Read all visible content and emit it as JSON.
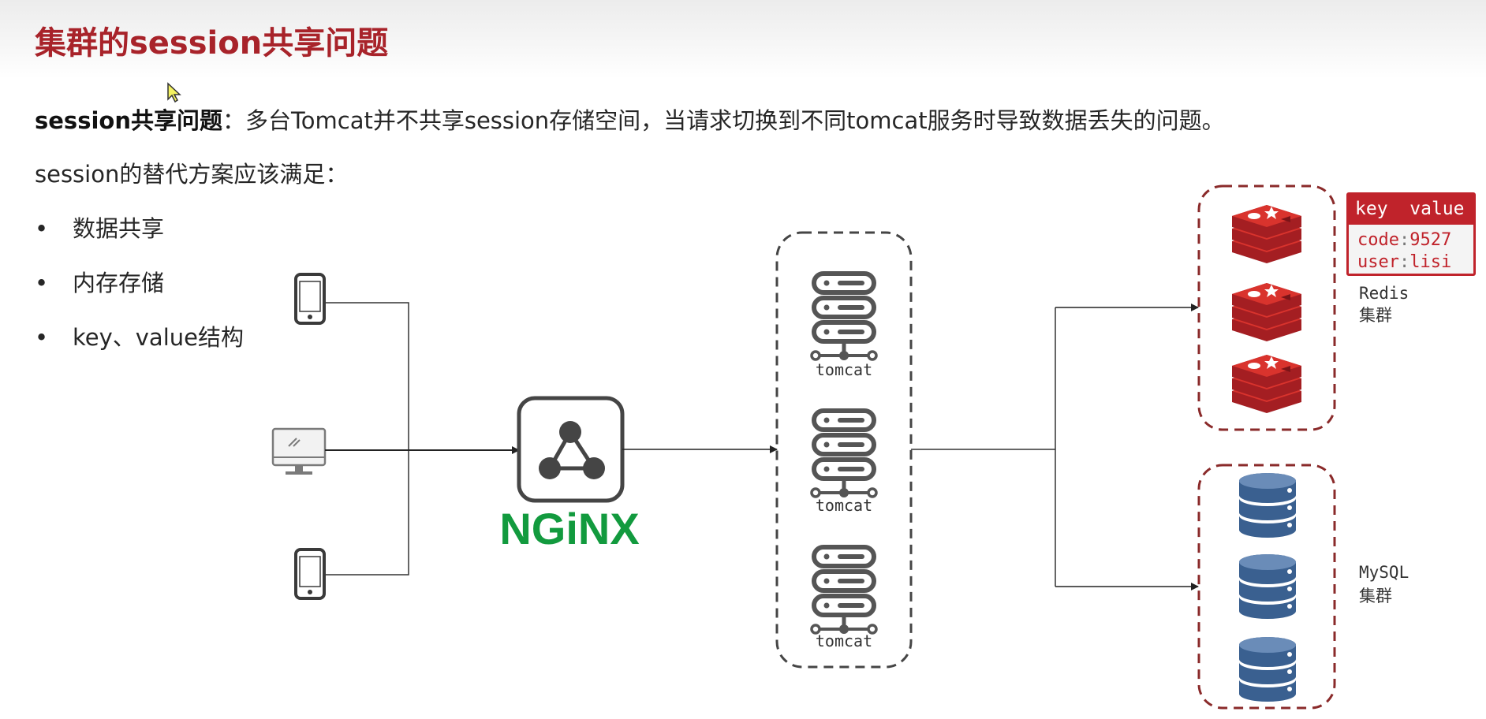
{
  "title": "集群的session共享问题",
  "line1": {
    "bold": "session共享问题",
    "text": "：多台Tomcat并不共享session存储空间，当请求切换到不同tomcat服务时导致数据丢失的问题。"
  },
  "line2": "session的替代方案应该满足：",
  "bullets": [
    "数据共享",
    "内存存储",
    "key、value结构"
  ],
  "bullet_symbol": "•",
  "diagram": {
    "nginx_label": "NGiNX",
    "tomcat_label": "tomcat",
    "redis_label_1": "Redis",
    "redis_label_2": "集群",
    "mysql_label_1": "MySQL",
    "mysql_label_2": "集群",
    "kv": {
      "header_key": "key",
      "header_value": "value",
      "rows": [
        {
          "key": "code",
          "value": "9527"
        },
        {
          "key": "user",
          "value": "lisi"
        }
      ]
    }
  },
  "colors": {
    "title": "#a8232a",
    "nginx": "#129a3e",
    "redis": "#c8262c",
    "mysql": "#3a6090",
    "dashed_border": "#8a2a2a"
  }
}
